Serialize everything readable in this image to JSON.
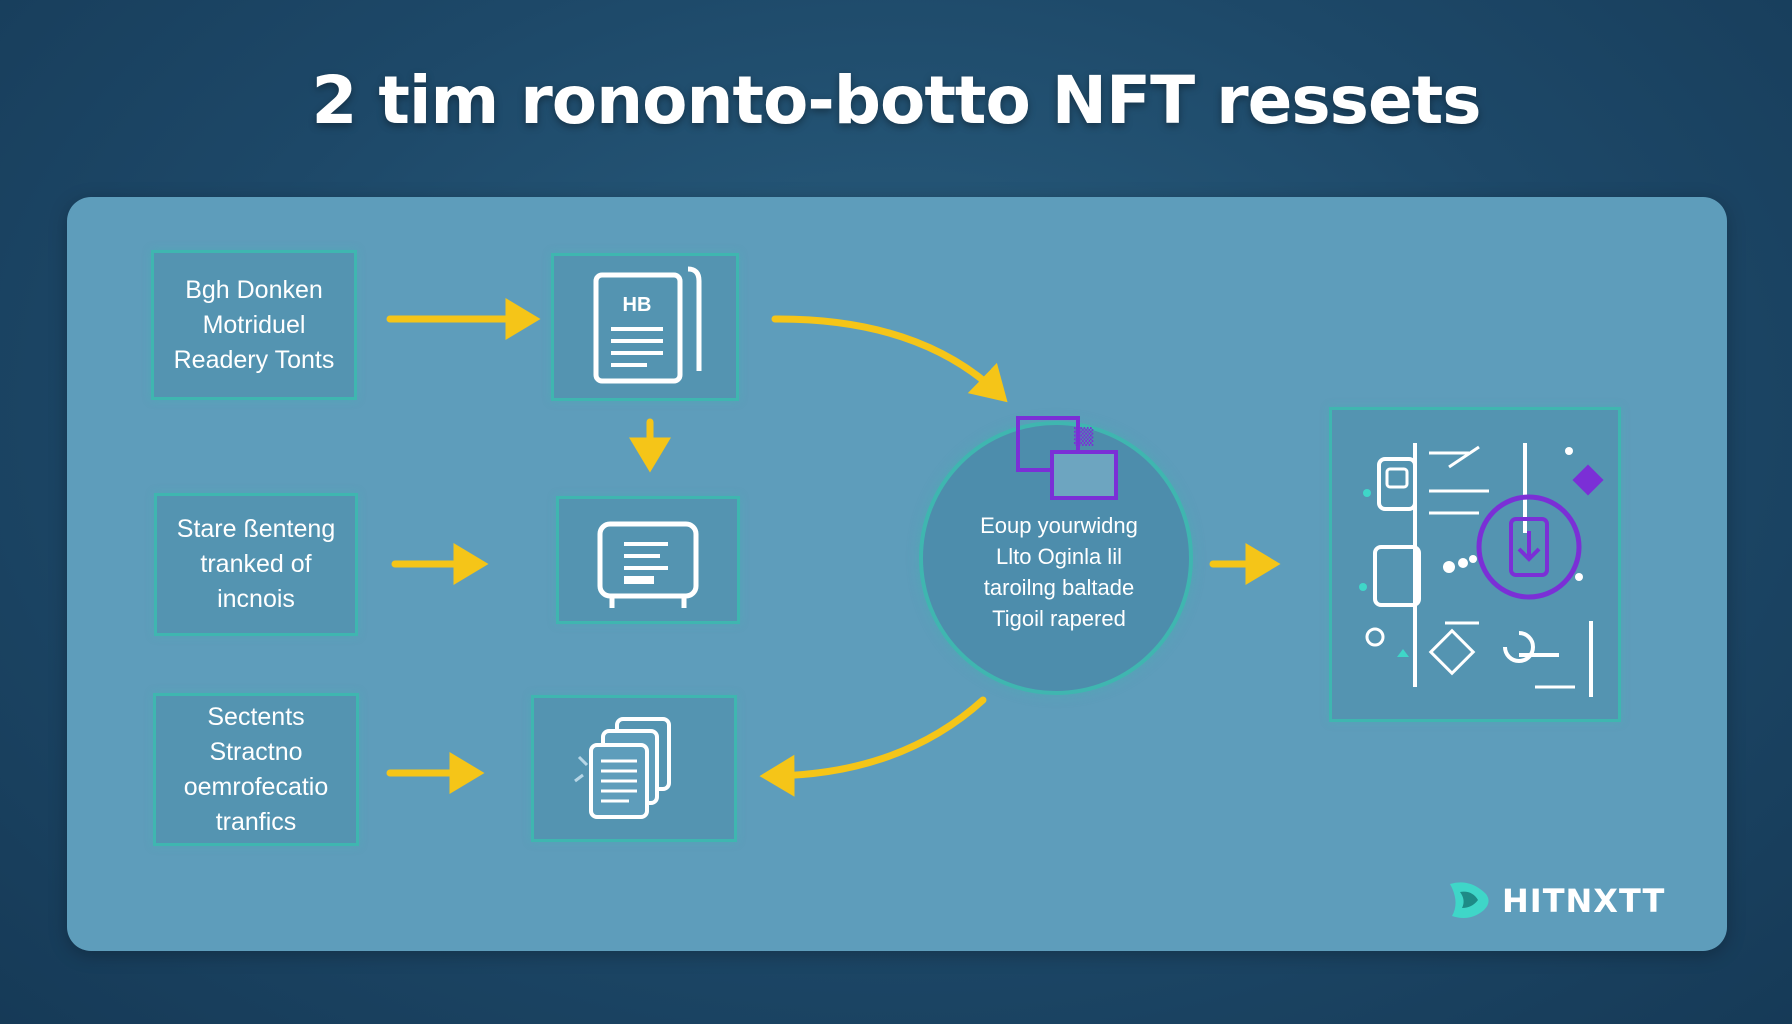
{
  "title": "2 tim rononto-botto NFT ressets",
  "sources": [
    {
      "label": "Bgh Donken\nMotriduel\nReadery Tonts"
    },
    {
      "label": "Stare ßenteng\ntranked of\nincnois"
    },
    {
      "label": "Sectents\nStractno\noemrofecatio\ntranfics"
    }
  ],
  "middle_icons": [
    {
      "icon": "document-icon",
      "text": "HB"
    },
    {
      "icon": "monitor-icon"
    },
    {
      "icon": "stacked-documents-icon"
    }
  ],
  "hub": {
    "text": "Eoup yourwidng\nLlto Oginla lil\ntaroilng baltade\nTigoil rapered",
    "icon": "windows-icon"
  },
  "result": {
    "icon": "nft-collage-icon"
  },
  "brand": {
    "name": "HITNXTT",
    "icon": "brand-logo-icon"
  },
  "colors": {
    "arrow": "#f5c518",
    "accent": "#7b2fd6",
    "border": "#3fb6b0",
    "panel": "#5e9dbb",
    "background": "#1d4868"
  }
}
